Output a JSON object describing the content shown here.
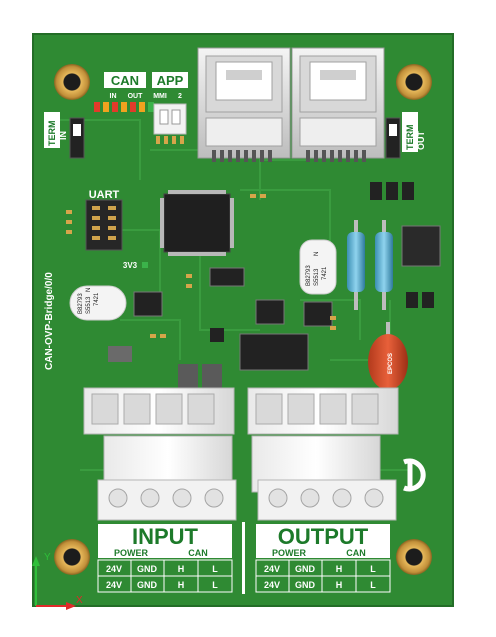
{
  "board": {
    "name": "CAN-OVP-Bridge/0/0",
    "colors": {
      "pcb": "#2f8a33",
      "pcb_edge": "#1f6a25",
      "silk": "#ffffff",
      "copper": "#d9a64a"
    }
  },
  "labels": {
    "can": "CAN",
    "can_in": "IN",
    "can_out": "OUT",
    "app": "APP",
    "app_mmi": "MMI",
    "app_2": "2",
    "term_in_1": "TERM",
    "term_in_2": "IN",
    "term_out_1": "TERM",
    "term_out_2": "OUT",
    "uart": "UART",
    "v33": "3V3",
    "epcos": "EPCOS"
  },
  "ic_marks": {
    "left_part1": "B82793",
    "left_part2": "S5513",
    "left_part3": "N",
    "left_part4": "7421",
    "right_part1": "B82793",
    "right_part2": "S5513",
    "right_part3": "N",
    "right_part4": "7421"
  },
  "input_block": {
    "title": "INPUT",
    "header": [
      "POWER",
      "CAN"
    ],
    "rows": [
      [
        "24V",
        "GND",
        "H",
        "L"
      ],
      [
        "24V",
        "GND",
        "H",
        "L"
      ]
    ]
  },
  "output_block": {
    "title": "OUTPUT",
    "header": [
      "POWER",
      "CAN"
    ],
    "rows": [
      [
        "24V",
        "GND",
        "H",
        "L"
      ],
      [
        "24V",
        "GND",
        "H",
        "L"
      ]
    ]
  },
  "axes": {
    "x": "X",
    "y": "Y"
  }
}
